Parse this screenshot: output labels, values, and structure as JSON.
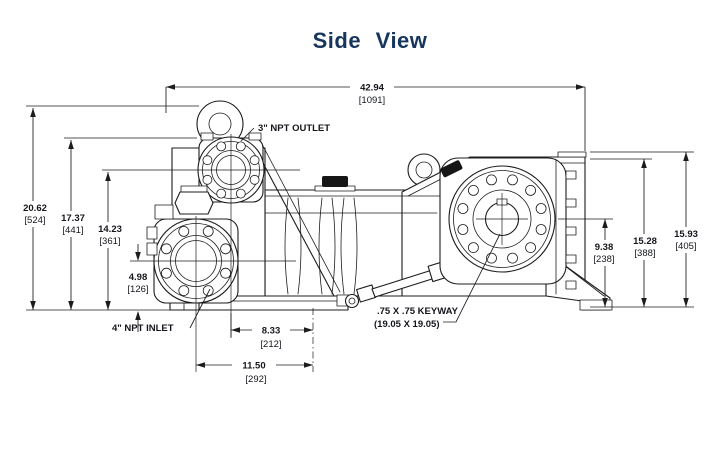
{
  "title": "Side View",
  "labels": {
    "outlet_port": "3\" NPT OUTLET",
    "inlet_port": "4\" NPT INLET",
    "keyway_line1": ".75 X .75 KEYWAY",
    "keyway_line2": "(19.05 X 19.05)"
  },
  "dimensions": {
    "overall_length": {
      "inches": "42.94",
      "mm": "[1091]"
    },
    "lifting_ring_height": {
      "inches": "20.62",
      "mm": "[524]"
    },
    "outlet_flange_top_height": {
      "inches": "17.37",
      "mm": "[441]"
    },
    "outlet_centerline_height": {
      "inches": "14.23",
      "mm": "[361]"
    },
    "inlet_centerline_height": {
      "inches": "4.98",
      "mm": "[126]"
    },
    "shaft_centerline_height": {
      "inches": "9.38",
      "mm": "[238]"
    },
    "crankcase_top_height": {
      "inches": "15.28",
      "mm": "[388]"
    },
    "overall_height_rear": {
      "inches": "15.93",
      "mm": "[405]"
    },
    "outlet_to_mount_face": {
      "inches": "8.33",
      "mm": "[212]"
    },
    "inlet_to_mount_face": {
      "inches": "11.50",
      "mm": "[292]"
    }
  },
  "colors": {
    "title": "#17365d",
    "ink": "#1c1c1c",
    "background": "#ffffff"
  }
}
